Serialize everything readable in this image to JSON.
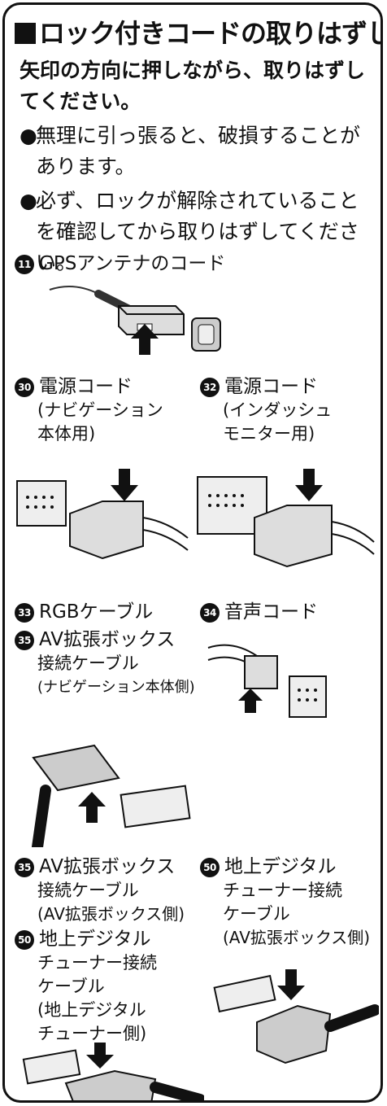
{
  "title": "ロック付きコードの取りはずしかた",
  "intro": "矢印の方向に押しながら、取りはずしてください。",
  "bullets": [
    {
      "mark": "●",
      "text": "無理に引っ張ると、破損することがあります。"
    },
    {
      "mark": "●",
      "text": "必ず、ロックが解除されていることを確認してから取りはずしてください。"
    }
  ],
  "items": {
    "gps": {
      "num": "11",
      "text": "GPSアンテナのコード"
    },
    "power_navi": {
      "num": "30",
      "text": "電源コード",
      "sub1": "(ナビゲーション",
      "sub2": "本体用)"
    },
    "power_monitor": {
      "num": "32",
      "text": "電源コード",
      "sub1": "(インダッシュ",
      "sub2": "モニター用)"
    },
    "rgb": {
      "num": "33",
      "text": "RGBケーブル"
    },
    "av_box_a": {
      "num": "35",
      "text": "AV拡張ボックス",
      "sub1": "接続ケーブル",
      "sub2": "(ナビゲーション本体側)"
    },
    "audio": {
      "num": "34",
      "text": "音声コード"
    },
    "av_box_b": {
      "num": "35",
      "text": "AV拡張ボックス",
      "sub1": "接続ケーブル",
      "sub2": "(AV拡張ボックス側)"
    },
    "dtv_a": {
      "num": "50",
      "text": "地上デジタル",
      "sub1": "チューナー接続",
      "sub2": "ケーブル",
      "sub3": "(地上デジタル",
      "sub4": "チューナー側)"
    },
    "dtv_b": {
      "num": "50",
      "text": "地上デジタル",
      "sub1": "チューナー接続",
      "sub2": "ケーブル",
      "sub3": "(AV拡張ボックス側)"
    }
  }
}
